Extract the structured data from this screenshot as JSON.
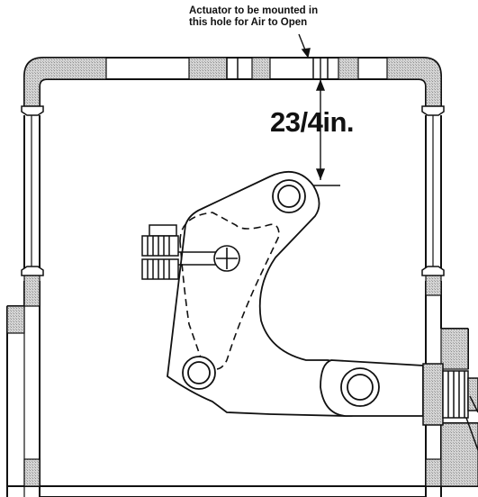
{
  "annotation": {
    "line1": "Actuator to be mounted in",
    "line2": "this hole for Air to Open"
  },
  "dimension": {
    "text": "23/4in."
  },
  "colors": {
    "ink": "#111111",
    "hatch": "#8f8f8f",
    "paper": "#ffffff"
  }
}
